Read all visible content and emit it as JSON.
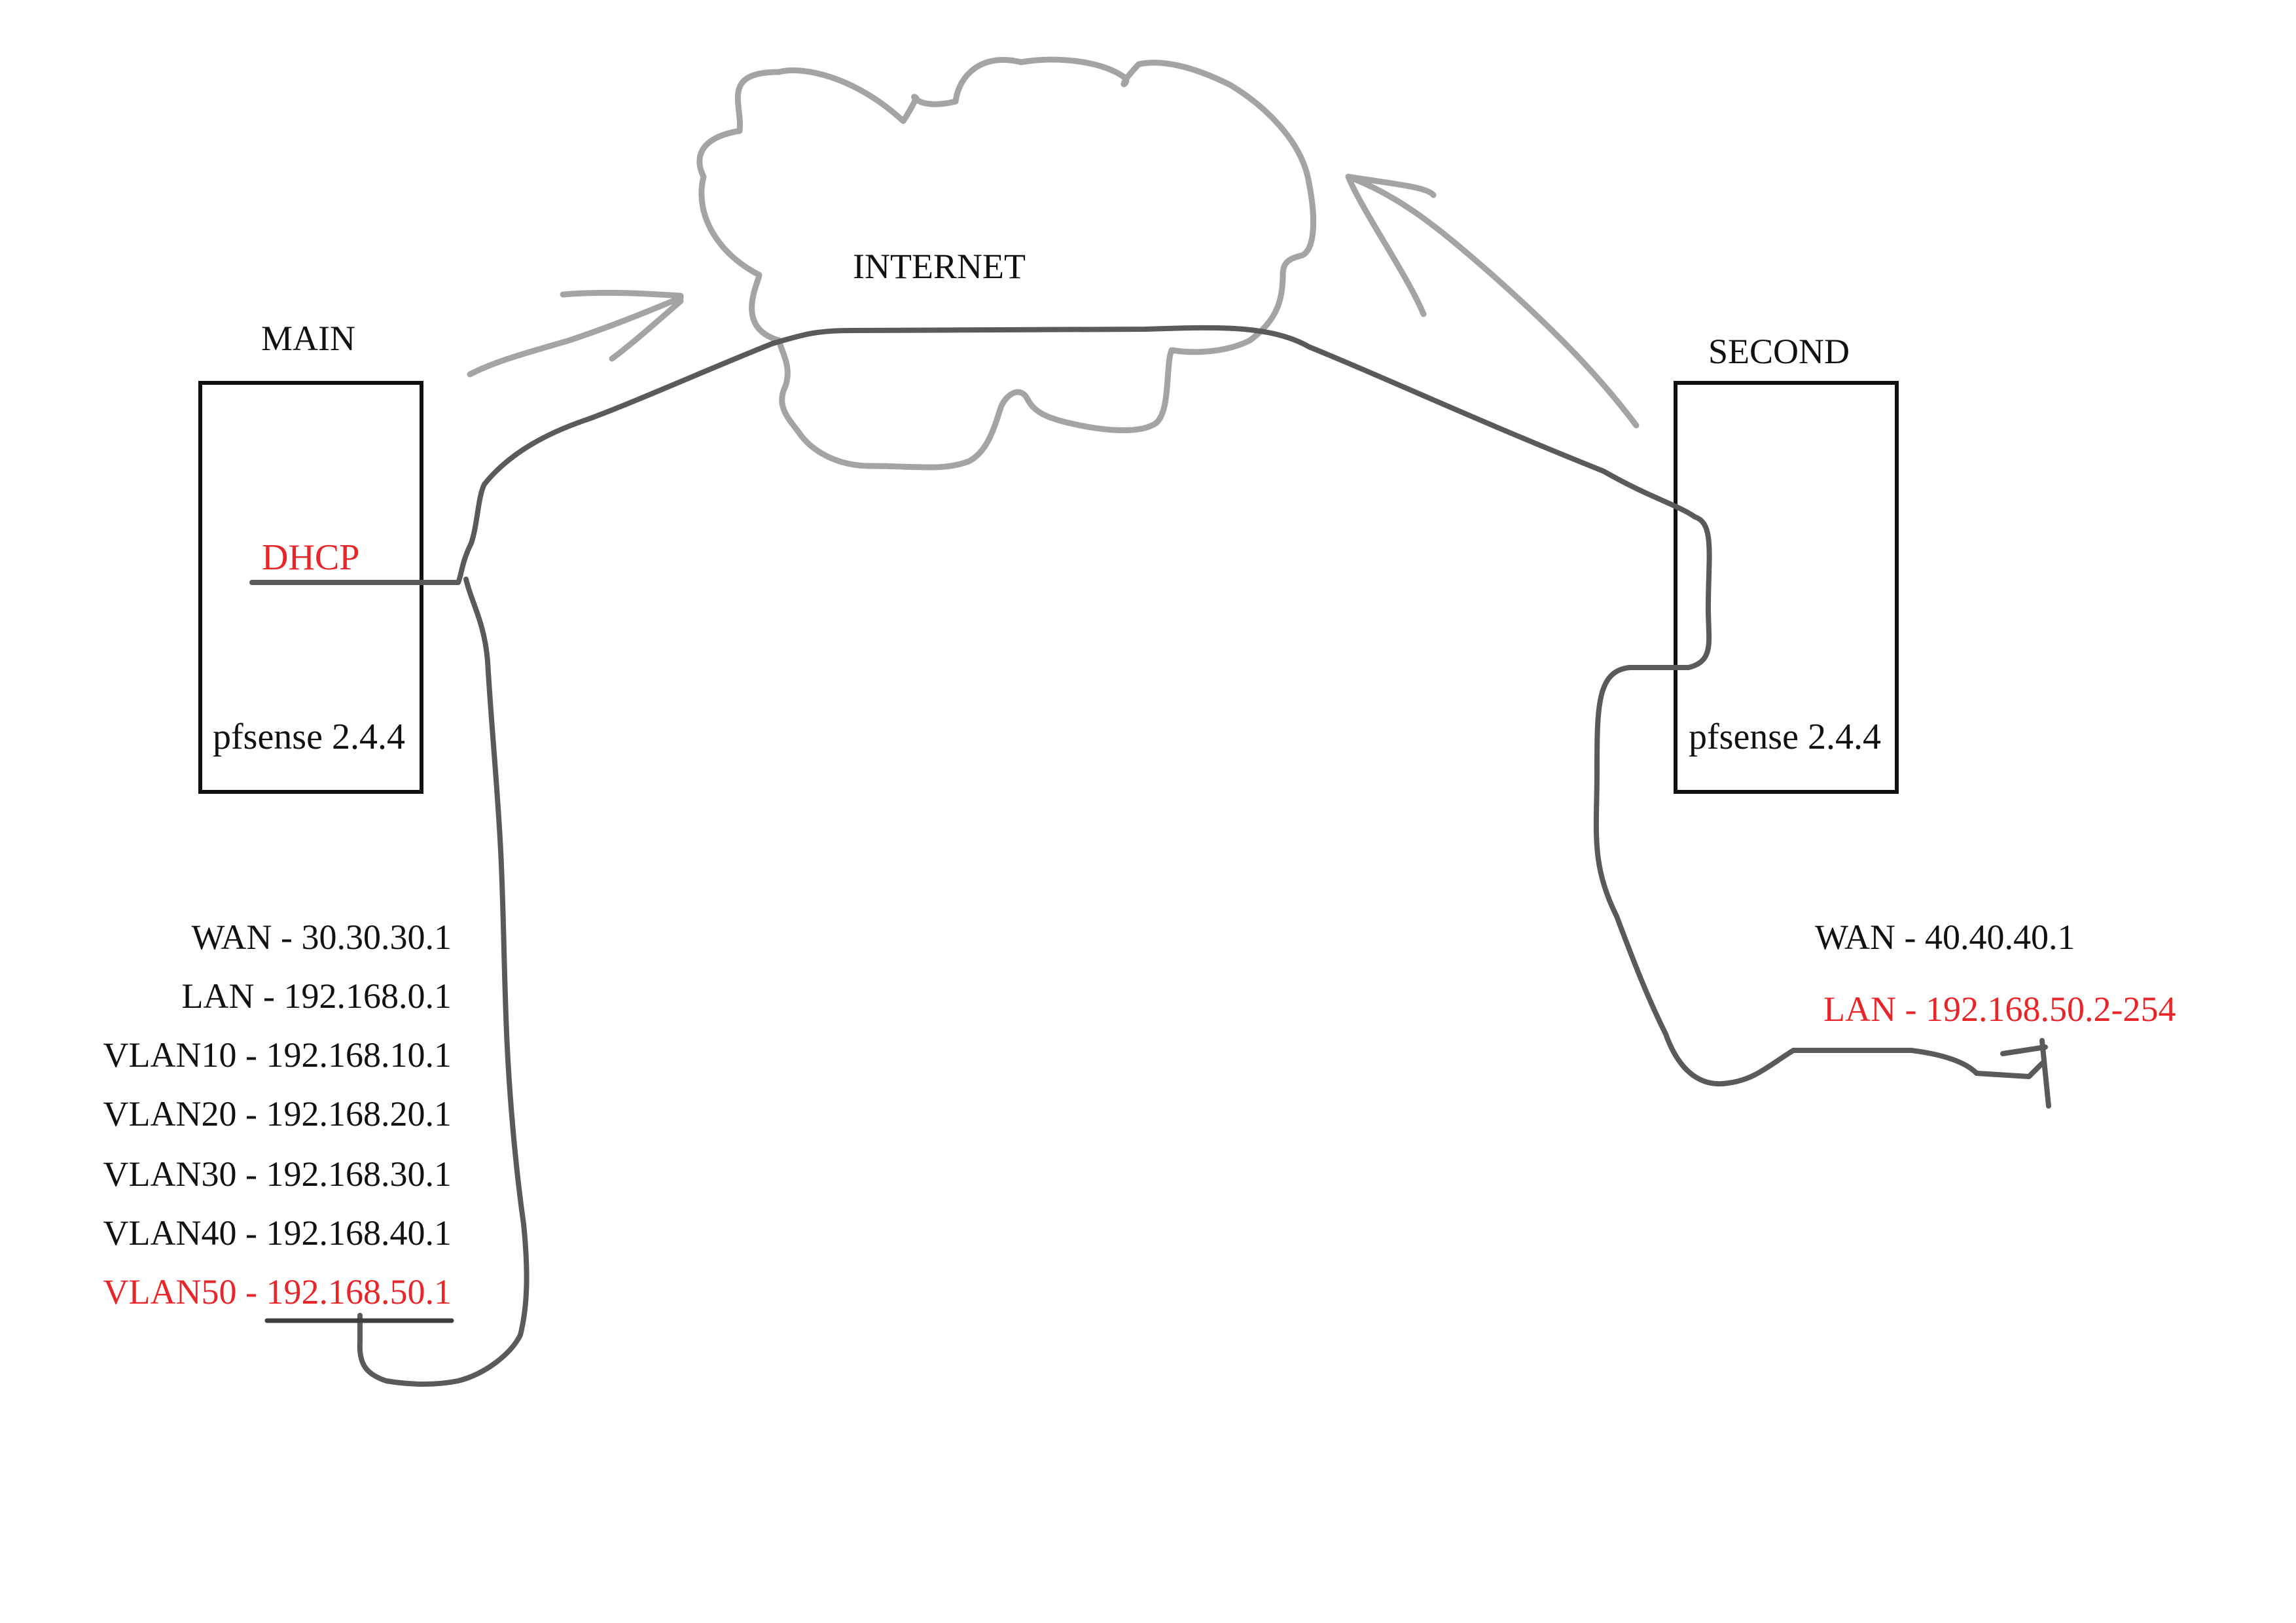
{
  "colors": {
    "ink": "#111111",
    "highlight": "#e8262a",
    "wire": "#5a5a5a",
    "sketch": "#a4a4a4"
  },
  "internet": {
    "label": "INTERNET",
    "icon": "cloud-icon"
  },
  "main": {
    "title": "MAIN",
    "service_label": "DHCP",
    "os_label": "pfsense 2.4.4",
    "interfaces": [
      {
        "text": "WAN - 30.30.30.1",
        "highlight": false
      },
      {
        "text": "LAN - 192.168.0.1",
        "highlight": false
      },
      {
        "text": "VLAN10 - 192.168.10.1",
        "highlight": false
      },
      {
        "text": "VLAN20 - 192.168.20.1",
        "highlight": false
      },
      {
        "text": "VLAN30 - 192.168.30.1",
        "highlight": false
      },
      {
        "text": "VLAN40 - 192.168.40.1",
        "highlight": false
      },
      {
        "text": "VLAN50 - 192.168.50.1",
        "highlight": true
      }
    ]
  },
  "second": {
    "title": "SECOND",
    "os_label": "pfsense 2.4.4",
    "interfaces": [
      {
        "text": "WAN - 40.40.40.1",
        "highlight": false
      },
      {
        "text": "LAN - 192.168.50.2-254",
        "highlight": true
      }
    ]
  }
}
